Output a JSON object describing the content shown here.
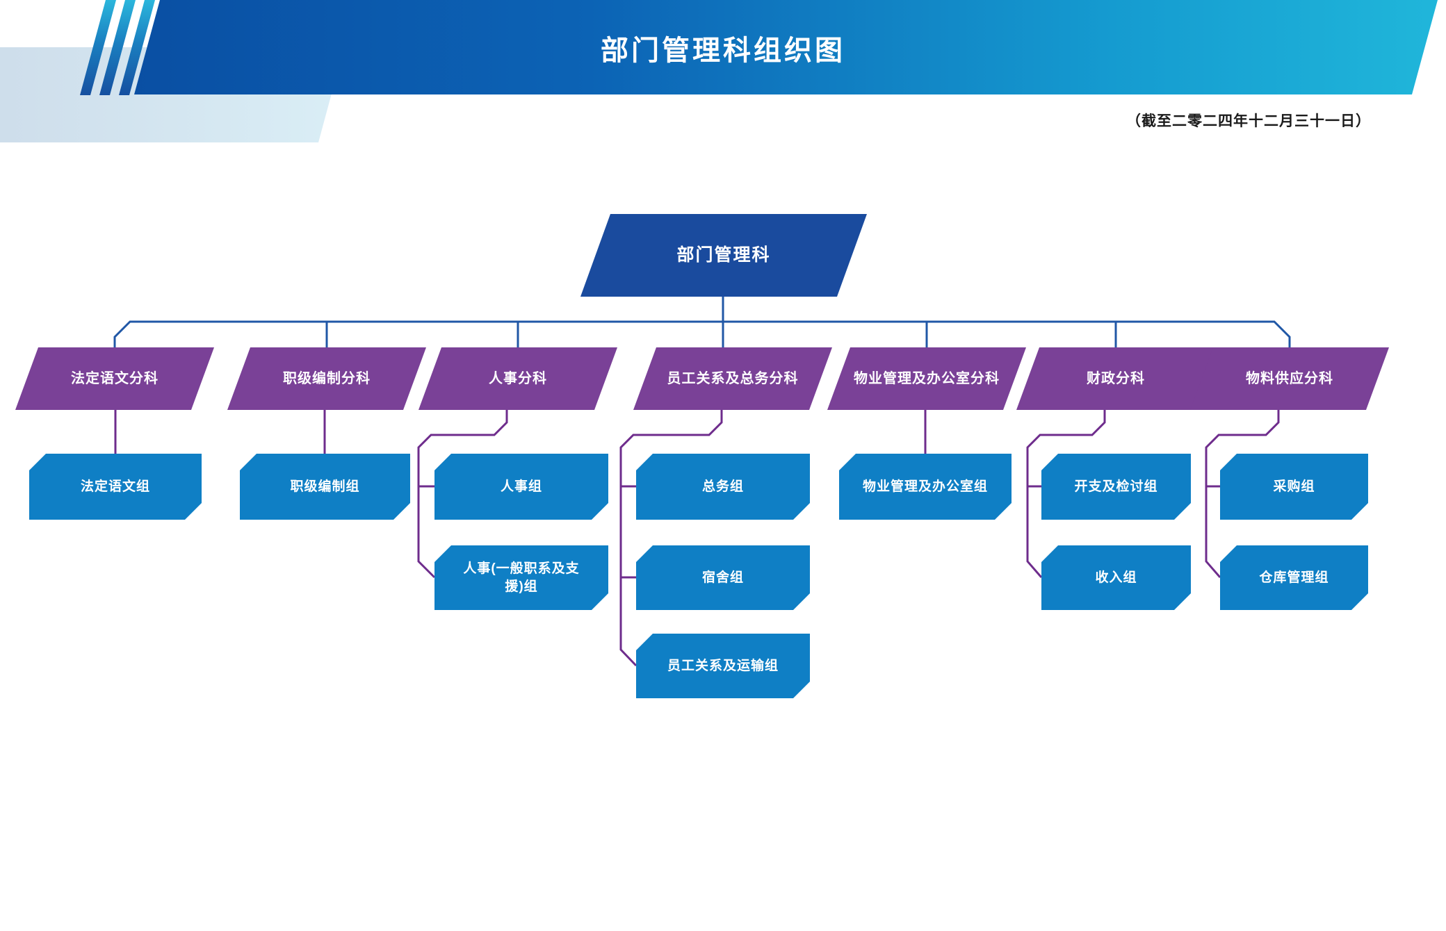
{
  "header": {
    "title": "部门管理科组织图",
    "date_note": "（截至二零二四年十二月三十一日）",
    "colors": {
      "banner_start": "#0a4fa3",
      "banner_end": "#20b6da",
      "light_band_start": "#ccdbe9",
      "light_band_end": "#daeef6"
    }
  },
  "chart": {
    "type": "org-chart",
    "root": {
      "label": "部门管理科"
    },
    "branches": [
      {
        "label": "法定语文分科",
        "children": [
          "法定语文组"
        ]
      },
      {
        "label": "职级编制分科",
        "children": [
          "职级编制组"
        ]
      },
      {
        "label": "人事分科",
        "children": [
          "人事组",
          "人事(一般职系及支援)组"
        ]
      },
      {
        "label": "员工关系及总务分科",
        "children": [
          "总务组",
          "宿舍组",
          "员工关系及运输组"
        ]
      },
      {
        "label": "物业管理及办公室分科",
        "children": [
          "物业管理及办公室组"
        ]
      },
      {
        "label": "财政分科",
        "children": [
          "开支及检讨组",
          "收入组"
        ]
      },
      {
        "label": "物料供应分科",
        "children": [
          "采购组",
          "仓库管理组"
        ]
      }
    ],
    "colors": {
      "root_fill": "#1a4b9e",
      "branch_fill": "#7a4197",
      "child_fill": "#0f7fc5",
      "link_blue": "#2057a6",
      "link_purple": "#6e2c8c"
    }
  }
}
